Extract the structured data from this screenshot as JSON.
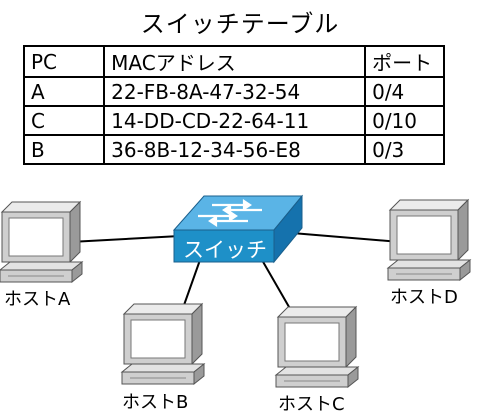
{
  "title": "スイッチテーブル",
  "table": {
    "headers": [
      "PC",
      "MACアドレス",
      "ポート"
    ],
    "rows": [
      [
        "A",
        "22-FB-8A-47-32-54",
        "0/4"
      ],
      [
        "C",
        "14-DD-CD-22-64-11",
        "0/10"
      ],
      [
        "B",
        "36-8B-12-34-56-E8",
        "0/3"
      ]
    ]
  },
  "switch": {
    "label": "スイッチ",
    "color": "#1e90c8"
  },
  "hosts": [
    {
      "id": "A",
      "label": "ホストA"
    },
    {
      "id": "B",
      "label": "ホストB"
    },
    {
      "id": "C",
      "label": "ホストC"
    },
    {
      "id": "D",
      "label": "ホストD"
    }
  ]
}
